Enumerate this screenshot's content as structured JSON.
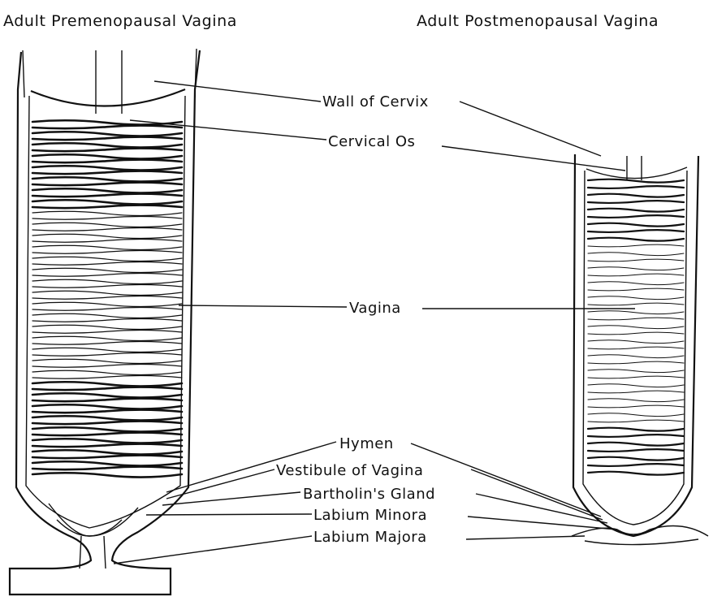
{
  "figure": {
    "left_title": "Adult Premenopausal Vagina",
    "right_title": "Adult Postmenopausal Vagina"
  },
  "labels": {
    "wall_of_cervix": "Wall of Cervix",
    "cervical_os": "Cervical Os",
    "vagina": "Vagina",
    "hymen": "Hymen",
    "vestibule": "Vestibule of Vagina",
    "bartholins_gland": "Bartholin's Gland",
    "labium_minora": "Labium Minora",
    "labium_majora": "Labium Majora"
  },
  "colors": {
    "ink": "#111111",
    "paper": "#ffffff"
  }
}
